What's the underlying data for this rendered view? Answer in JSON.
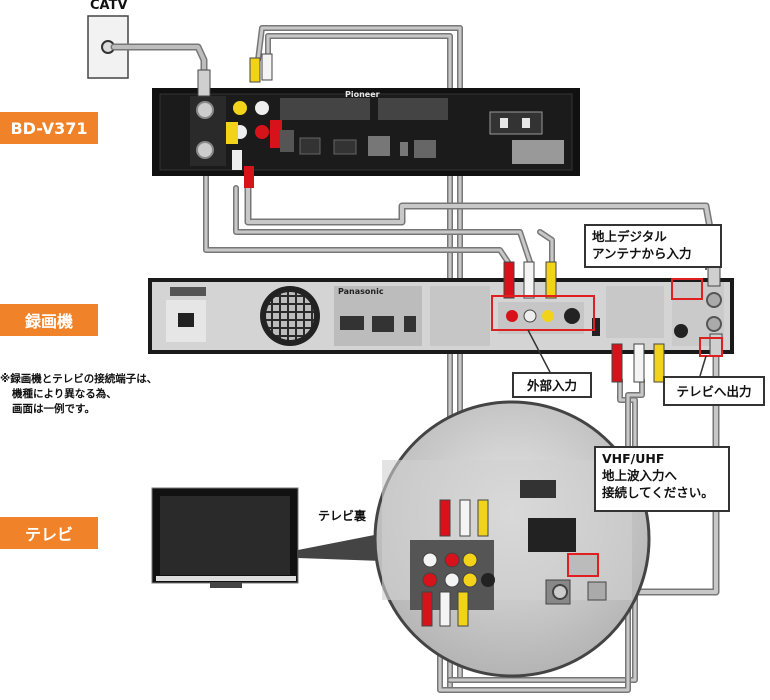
{
  "catv_label": "CATV",
  "devices": {
    "tuner": "BD-V371",
    "recorder": "録画機",
    "tv": "テレビ"
  },
  "note_lines": [
    "※録画機とテレビの接続端子は、",
    "機種により異なる為、",
    "画面は一例です。"
  ],
  "callouts": {
    "digital_input": [
      "地上デジタル",
      "アンテナから入力"
    ],
    "external_input": "外部入力",
    "tv_output": "テレビへ出力",
    "vhf_uhf": [
      "VHF/UHF",
      "地上波入力へ",
      "接続してください。"
    ]
  },
  "tv_back_label": "テレビ裏",
  "brand_tuner": "Pioneer",
  "brand_recorder": "Panasonic",
  "colors": {
    "label_orange": "#f0822a",
    "highlight_red": "#e02020",
    "cable_gray": "#8a8a8a",
    "rca_yellow": "#f2d31a",
    "rca_red": "#d8121a",
    "rca_white": "#f4f4f4"
  }
}
